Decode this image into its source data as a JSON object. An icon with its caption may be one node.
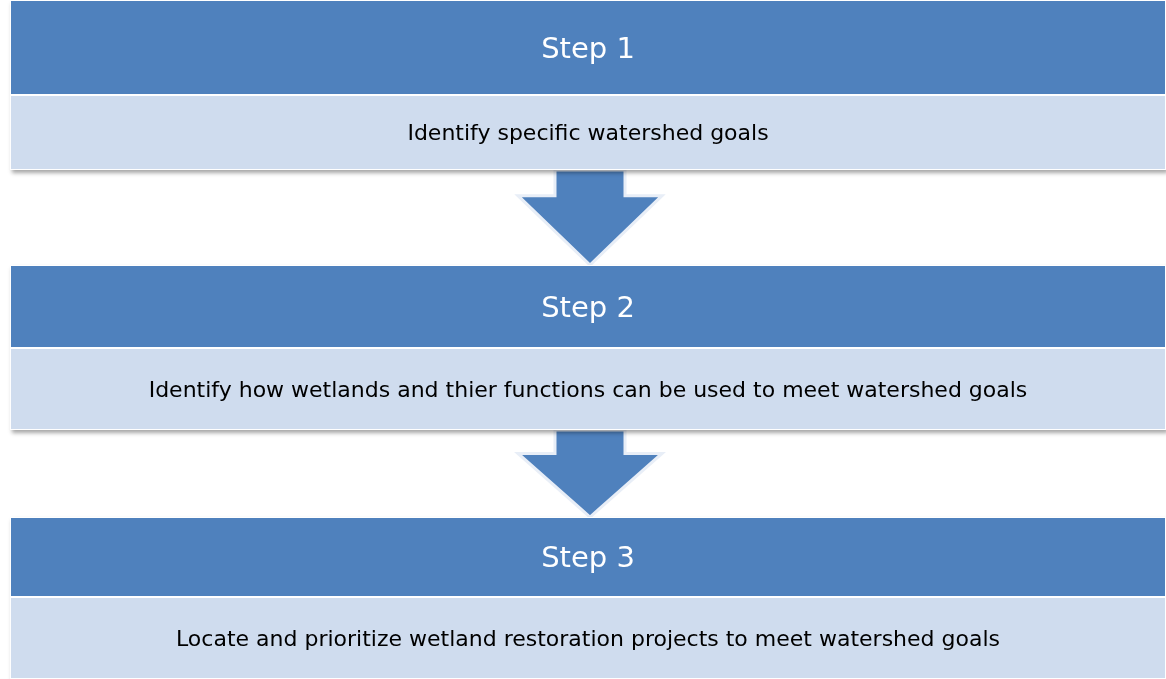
{
  "diagram": {
    "nodes": [
      {
        "text": [
          "Step 1",
          "Identify specific watershed goals"
        ]
      },
      {
        "text": [
          "Step 2",
          "Identify how wetlands and thier functions can be used to meet watershed goals"
        ]
      },
      {
        "text": [
          "Step 3",
          "Locate and prioritize wetland restoration projects to meet watershed goals"
        ]
      }
    ],
    "edges": [
      {
        "from": 0,
        "to": 1,
        "arrow": "to"
      },
      {
        "from": 1,
        "to": 2,
        "arrow": "to"
      }
    ]
  }
}
